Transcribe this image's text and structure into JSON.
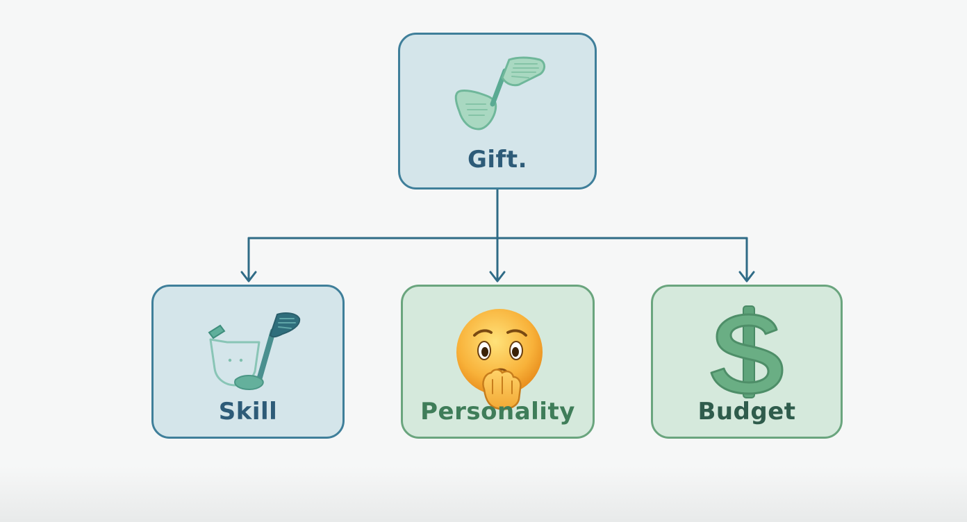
{
  "diagram": {
    "root": {
      "label": "Gift.",
      "icon": "golf-club-icon"
    },
    "children": [
      {
        "label": "Skill",
        "icon": "golf-bag-club-icon"
      },
      {
        "label": "Personality",
        "icon": "thinking-face-emoji-icon"
      },
      {
        "label": "Budget",
        "icon": "dollar-sign-icon"
      }
    ],
    "colors": {
      "blue_border": "#3f7f9a",
      "blue_fill": "#d4e5ea",
      "green_border": "#6aa57e",
      "green_fill": "#d5e9dc",
      "connector": "#2f6b86"
    }
  }
}
